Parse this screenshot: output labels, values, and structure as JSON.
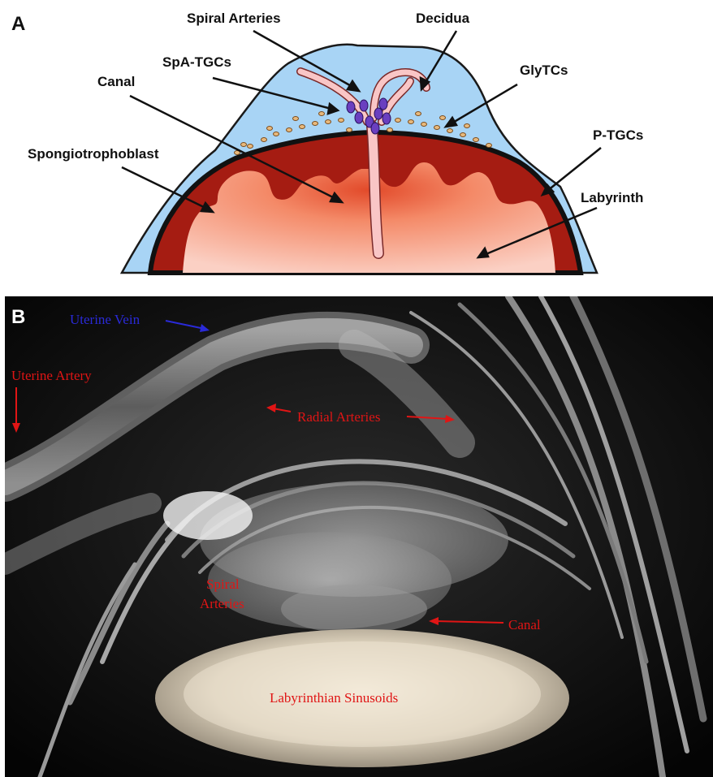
{
  "panel_a": {
    "letter": "A",
    "labels": {
      "spiral_arteries": "Spiral Arteries",
      "decidua": "Decidua",
      "spa_tgcs": "SpA-TGCs",
      "glytcs": "GlyTCs",
      "canal": "Canal",
      "p_tgcs": "P-TGCs",
      "spongiotrophoblast": "Spongiotrophoblast",
      "labyrinth": "Labyrinth"
    },
    "colors": {
      "decidua": "#a8d4f5",
      "spongiotrophoblast": "#a51c12",
      "labyrinth": "#f6a58a",
      "arteries": "#f9c6c6",
      "spa_tgc": "#6a3fc0",
      "glytc": "#e8b97c"
    }
  },
  "panel_b": {
    "letter": "B",
    "labels": {
      "uterine_vein": "Uterine Vein",
      "uterine_artery": "Uterine Artery",
      "radial_arteries": "Radial Arteries",
      "spiral_arteries_1": "Spiral",
      "spiral_arteries_2": "Arteries",
      "canal": "Canal",
      "labyrinthian_sinusoids": "Labyrinthian Sinusoids"
    },
    "colors": {
      "red_label": "#e01515",
      "blue_label": "#2a2ad8"
    }
  }
}
